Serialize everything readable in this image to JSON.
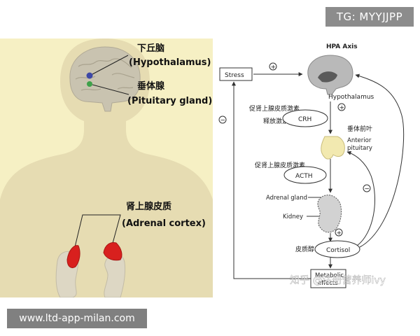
{
  "watermarks": {
    "top_right": "TG: MYYJJPP",
    "bottom_left": "www.ltd-app-milan.com",
    "overlay": "知乎 @注册营养师ivy"
  },
  "left_panel": {
    "hypothalamus_cn": "下丘脑",
    "hypothalamus_en": "(Hypothalamus)",
    "pituitary_cn": "垂体腺",
    "pituitary_en": "(Pituitary gland)",
    "adrenal_cn": "肾上腺皮质",
    "adrenal_en": "(Adrenal cortex)"
  },
  "right_panel": {
    "title": "HPA Axis",
    "stress": "Stress",
    "hypothalamus": "Hypothalamus",
    "crh_cn_1": "促肾上腺皮质激素",
    "crh_cn_2": "释放激素",
    "crh": "CRH",
    "anterior_pituitary_cn": "垂体前叶",
    "anterior_pituitary_1": "Anterior",
    "anterior_pituitary_2": "pituitary",
    "acth_cn": "促肾上腺皮质激素",
    "acth": "ACTH",
    "adrenal_gland": "Adrenal gland",
    "kidney": "Kidney",
    "cortisol_cn": "皮质醇",
    "cortisol": "Cortisol",
    "metabolic_1": "Metabolic",
    "metabolic_2": "effects",
    "plus": "+",
    "minus": "−"
  },
  "colors": {
    "left_bg": "#f6f0c4",
    "body_fill": "#e6dcb2",
    "adrenal_red": "#d8201e",
    "hypothalamus_blue": "#3d48a6",
    "pituitary_green": "#3fa14a",
    "line_dark": "#333333"
  }
}
